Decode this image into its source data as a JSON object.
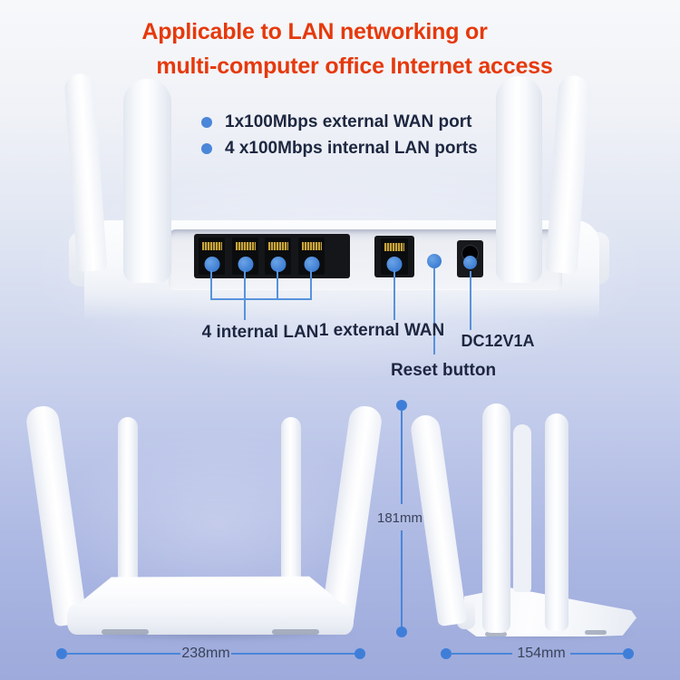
{
  "title": {
    "line1": "Applicable to LAN networking or",
    "line2": "multi-computer office Internet access"
  },
  "features": [
    {
      "label": "1x100Mbps external WAN port"
    },
    {
      "label": "4 x100Mbps internal LAN ports"
    }
  ],
  "rear_panel": {
    "lan_label": "4 internal LAN",
    "wan_label": "1 external WAN",
    "power_label": "DC12V1A",
    "reset_label": "Reset button",
    "lan_port_count": 4,
    "wan_port_count": 1
  },
  "dimensions": {
    "width_label": "238mm",
    "height_label": "181mm",
    "depth_label": "154mm"
  },
  "icons": {
    "bullet": "filled-circle",
    "port_indicator": "filled-circle",
    "dimension_endpoint": "filled-circle"
  },
  "colors": {
    "title_red": "#e6390c",
    "body_text": "#1d2740",
    "dimension_text": "#39425a",
    "accent_blue": "#4a86d9",
    "callout_blue": "#5793dc",
    "port_block_black": "#141619",
    "background_top": "#f7f8fa",
    "background_bottom": "#9daadb"
  }
}
